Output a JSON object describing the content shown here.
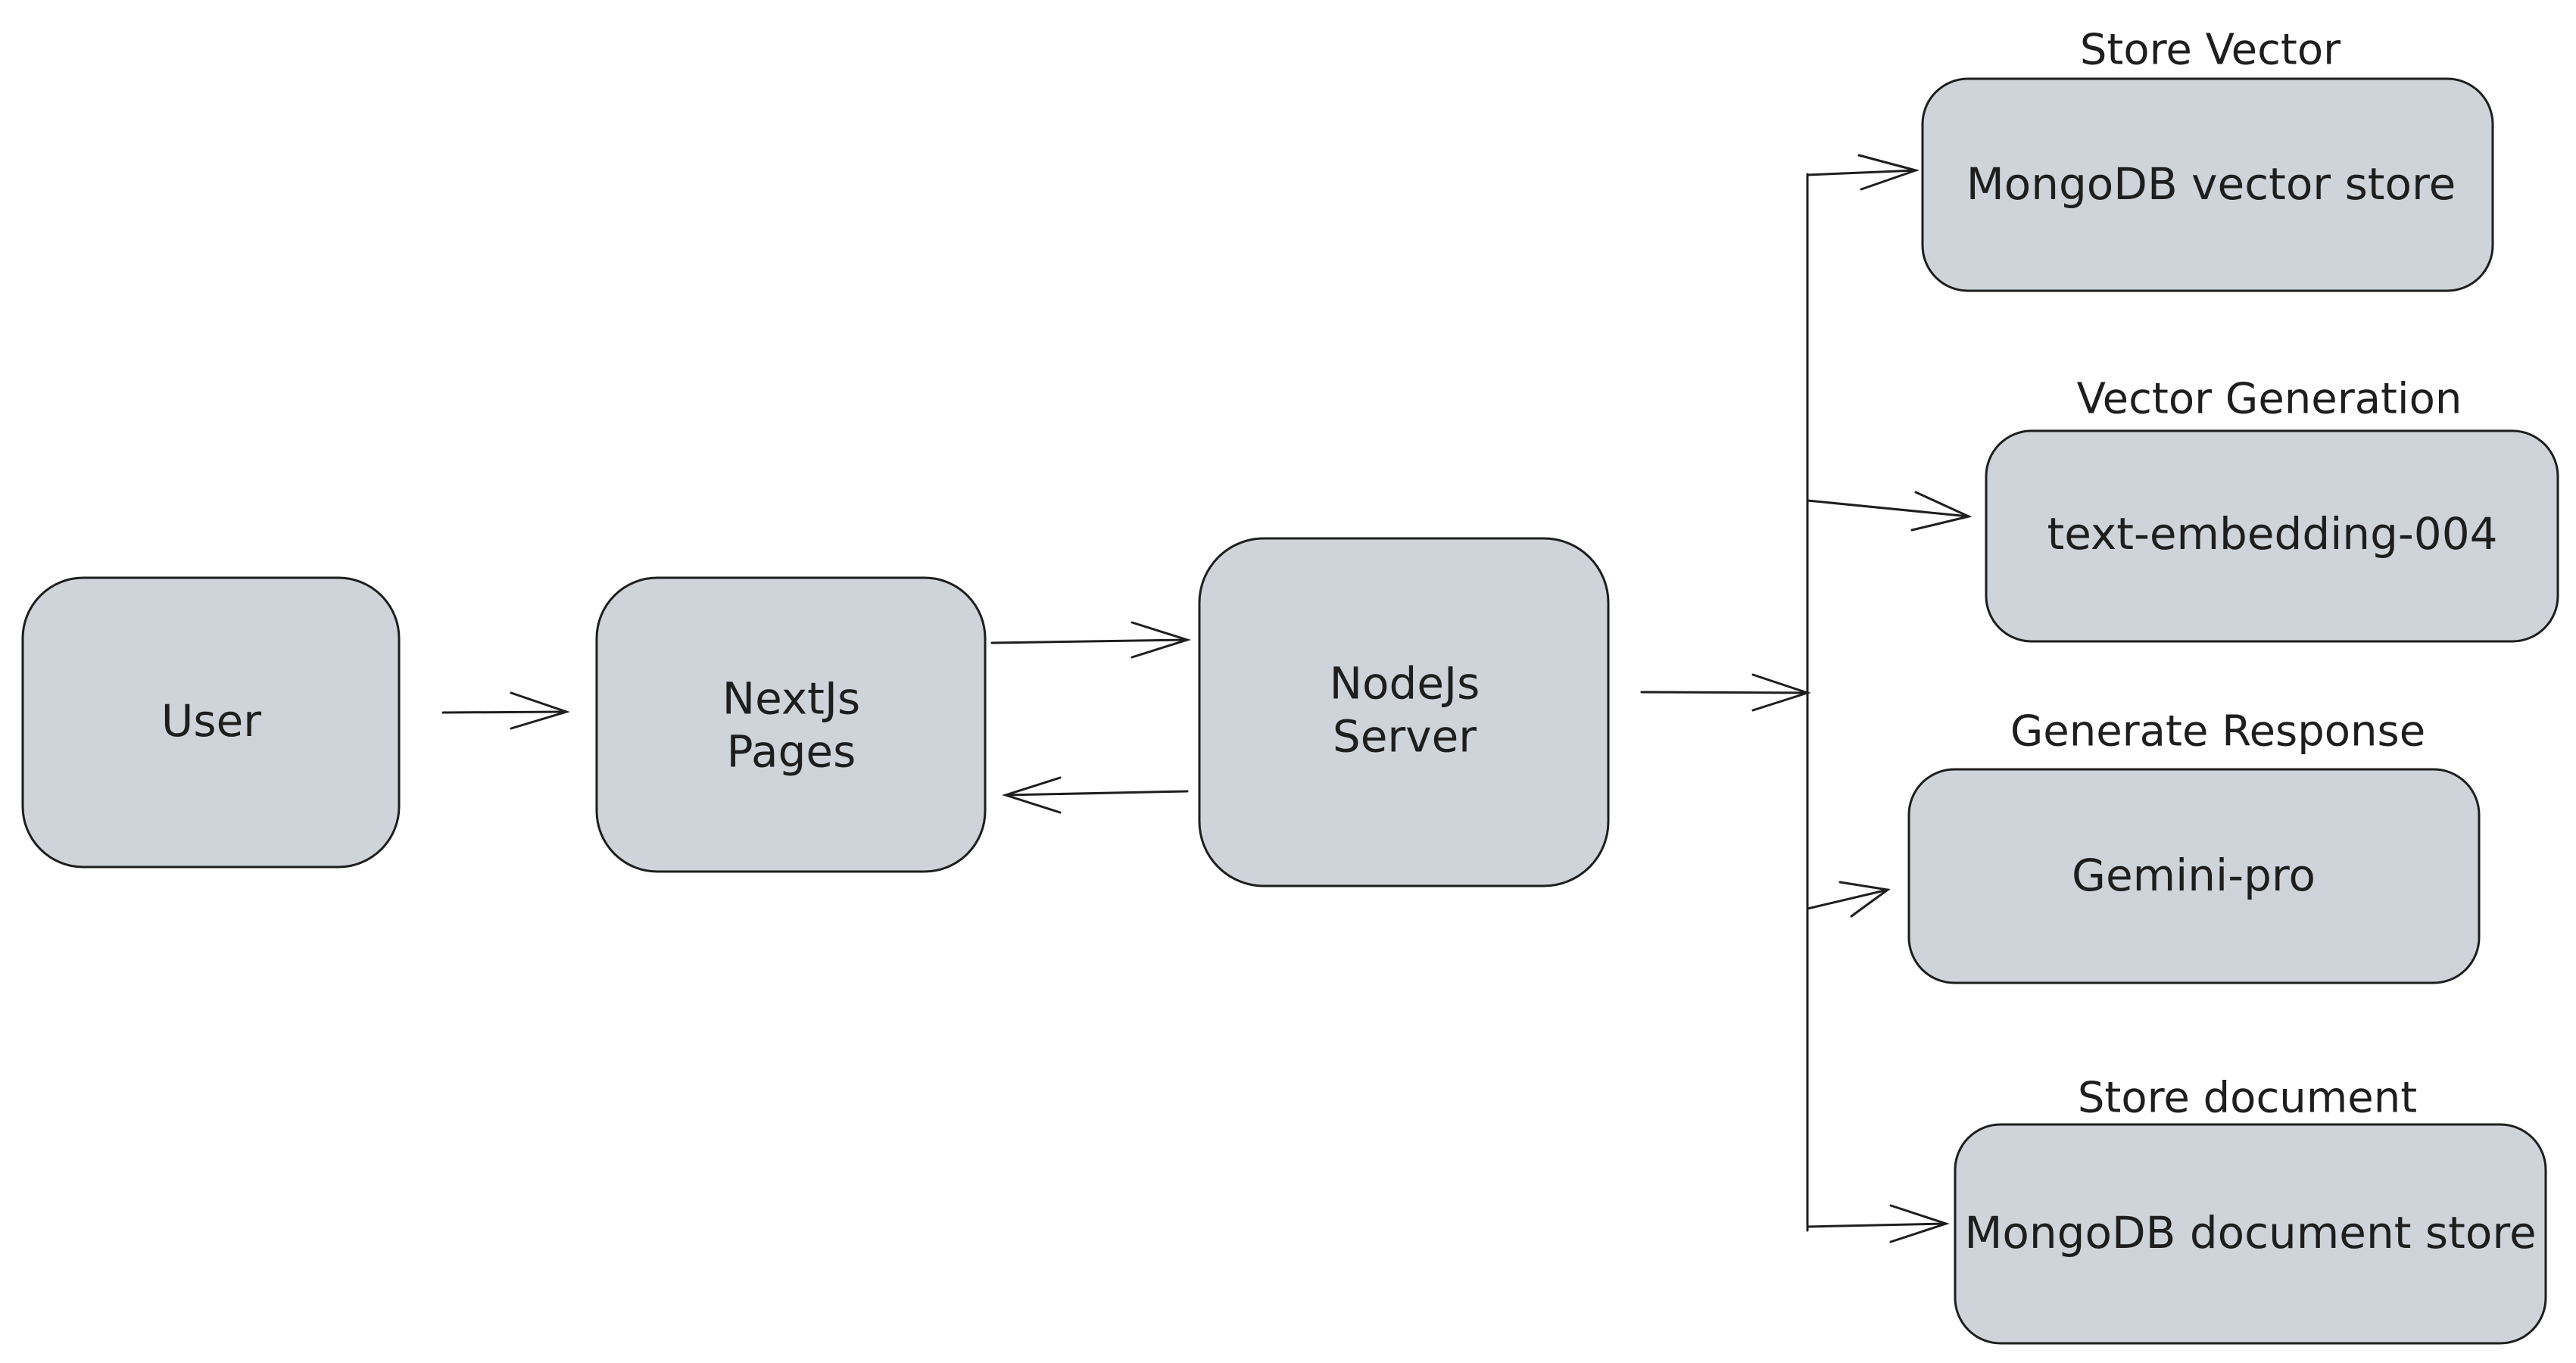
{
  "nodes": {
    "user": {
      "label": "User"
    },
    "nextjs": {
      "label_line1": "NextJs",
      "label_line2": "Pages"
    },
    "nodejs": {
      "label_line1": "NodeJs",
      "label_line2": "Server"
    },
    "vector_store": {
      "caption": "Store Vector",
      "label": "MongoDB vector store"
    },
    "embedding": {
      "caption": "Vector Generation",
      "label": "text-embedding-004"
    },
    "gemini": {
      "caption": "Generate Response",
      "label": "Gemini-pro"
    },
    "document_store": {
      "caption": "Store document",
      "label": "MongoDB document store"
    }
  },
  "colors": {
    "box_fill": "#ced4da",
    "stroke": "#1e1e1e",
    "text": "#1e1e1e",
    "background": "#ffffff"
  }
}
